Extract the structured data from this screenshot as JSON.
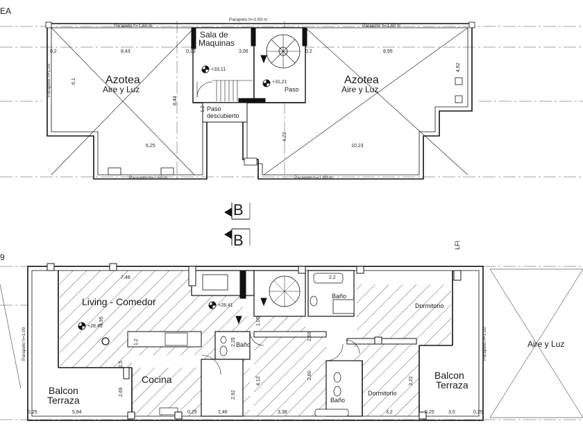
{
  "top_plan": {
    "edge_label": "EA",
    "rooms": {
      "azotea_left": "Azotea",
      "azotea_left_sub": "Aire y Luz",
      "azotea_right": "Azotea",
      "azotea_right_sub": "Aire y Luz",
      "sala_line1": "Sala de",
      "sala_line2": "Maquinas",
      "paso": "Paso",
      "paso_desc_line1": "Paso",
      "paso_desc_line2": "descubierto"
    },
    "levels": {
      "l1": "+33,11",
      "l2": "+31,21"
    },
    "dims": {
      "d1": "0,2",
      "d2": "8,43",
      "d3": "0,16",
      "d4": "3,06",
      "d5": "0,2",
      "d6": "8,95",
      "d7": "6,1",
      "d8": "8,44",
      "d9": "4,62",
      "d10": "6,25",
      "d11": "10,23",
      "d12": "4,22",
      "d13": "1,2"
    },
    "parapets": {
      "p1": "Parapeto h=1,60 m",
      "p2": "Parapeto h=1,60 m",
      "p3": "Parapeto h=1,60 m",
      "p4": "Parapeto h=1,60 m",
      "p5": "Parapeto h=1,60 m",
      "p6": "Parapeto h=1,00"
    }
  },
  "section_marks": {
    "upper": "B",
    "lower": "B"
  },
  "bottom_plan": {
    "edge_label": "9",
    "lfi": "LFI",
    "rooms": {
      "living": "Living - Comedor",
      "cocina": "Cocina",
      "bano1": "Baño",
      "bano2": "Baño",
      "bano3": "Baño",
      "dormitorio1": "Dormitorio",
      "dormitorio2": "Dormitorio",
      "balcon_left_1": "Balcon",
      "balcon_left_2": "Terraza",
      "balcon_right_1": "Balcon",
      "balcon_right_2": "Terraza",
      "aire_luz": "Aire y Luz"
    },
    "levels": {
      "l1": "+28,41",
      "l2": "+28,41"
    },
    "dims": {
      "a1": "0,25",
      "a2": "5,84",
      "a3": "0,29",
      "a4": "2,46",
      "a5": "3,38",
      "a6": "3,2",
      "a7": "0,25",
      "a8": "3,5",
      "a9": "0,25",
      "b1": "7,48",
      "b2": "2,2",
      "b3": "3,95",
      "b4": "1,00",
      "b5": "2,60",
      "b6": "4,12",
      "b7": "2,60",
      "b8": "2,92",
      "b9": "2,25",
      "b10": "1,2",
      "b11": "2,69",
      "b12": "3,22",
      "b13": "2,5"
    },
    "parapets": {
      "p1": "Parapeto h=1,00",
      "p2": "Parapeto h=1,00"
    }
  }
}
